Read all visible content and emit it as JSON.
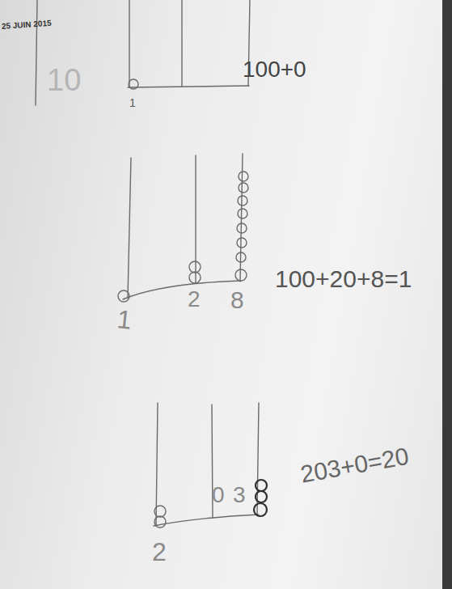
{
  "diagram": {
    "labels": [
      "25 JUIN 2015",
      "10",
      "1",
      "100+0",
      "1",
      "2",
      "8",
      "100+20+8=1",
      "2",
      "0",
      "3",
      "203+0=20"
    ]
  }
}
